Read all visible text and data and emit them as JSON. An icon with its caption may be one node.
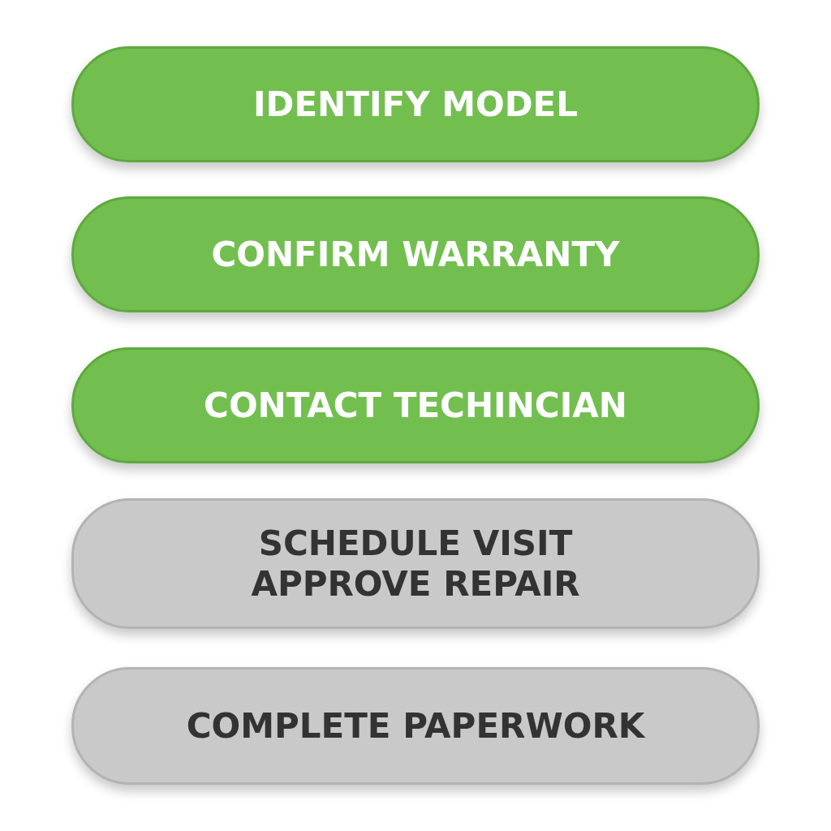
{
  "diagram": {
    "nodes": [
      {
        "text": [
          "IDENTIFY MODEL"
        ]
      },
      {
        "text": [
          "CONFIRM WARRANTY"
        ]
      },
      {
        "text": [
          "CONTACT TECHINCIAN"
        ]
      },
      {
        "text": [
          "SCHEDULE VISIT",
          "APPROVE REPAIR"
        ]
      },
      {
        "text": [
          "COMPLETE PAPERWORK"
        ]
      }
    ]
  }
}
